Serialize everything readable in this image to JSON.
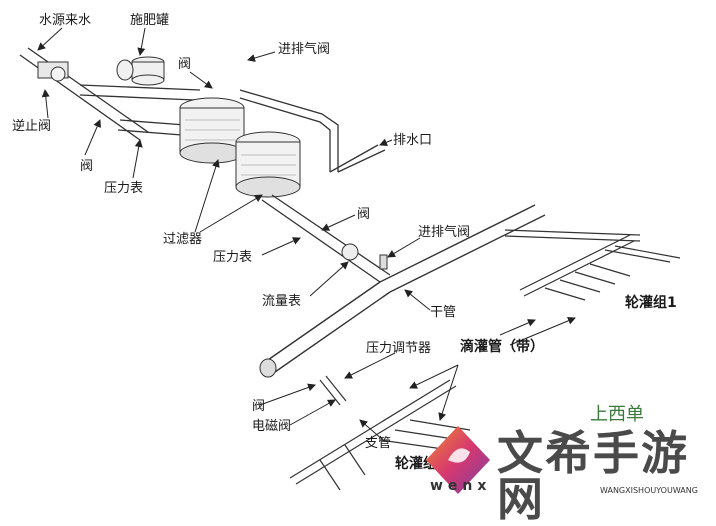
{
  "labels": {
    "water_source": "水源来水",
    "fert_tank": "施肥罐",
    "valve_top": "阀",
    "air_valve_top": "进排气阀",
    "check_valve": "逆止阀",
    "drain": "排水口",
    "valve_left": "阀",
    "gauge_left": "压力表",
    "valve_mid": "阀",
    "filter": "过滤器",
    "gauge_mid": "压力表",
    "air_valve_mid": "进排气阀",
    "flowmeter": "流量表",
    "main_pipe": "干管",
    "zone1": "轮灌组1",
    "drip_tape": "滴灌管（带）",
    "pressure_reg": "压力调节器",
    "valve_bottom": "阀",
    "solenoid": "电磁阀",
    "branch_pipe": "支管",
    "zone2": "轮灌组2"
  },
  "watermark": {
    "brand": "文希手游网",
    "site": "wenx",
    "domain": "WANGXISHOUYOUWANG",
    "cn": "上西单"
  }
}
